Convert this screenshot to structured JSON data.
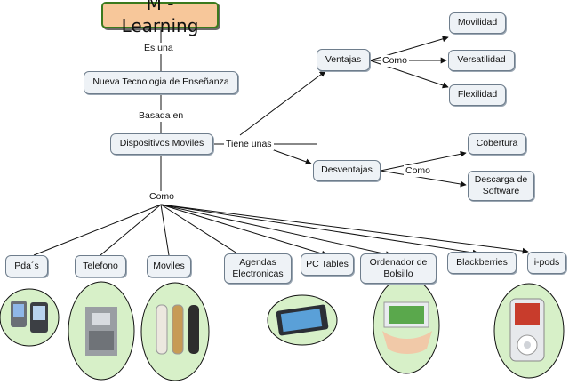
{
  "title": "M - Learning",
  "nodes": {
    "nueva": "Nueva Tecnologia de Enseñanza",
    "dispositivos": "Dispositivos Moviles",
    "ventajas": "Ventajas",
    "desventajas": "Desventajas",
    "movilidad": "Movilidad",
    "versatilidad": "Versatilidad",
    "flexilidad": "Flexilidad",
    "cobertura": "Cobertura",
    "descarga_1": "Descarga de",
    "descarga_2": "Software",
    "pdas": "Pda´s",
    "telefono": "Telefono",
    "moviles": "Moviles",
    "agendas_1": "Agendas",
    "agendas_2": "Electronicas",
    "pctables": "PC Tables",
    "ordenador_1": "Ordenador de",
    "ordenador_2": "Bolsillo",
    "blackberries": "Blackberries",
    "ipods": "i-pods"
  },
  "links": {
    "es_una": "Es  una",
    "basada_en": "Basada en",
    "tiene_unas": "Tiene unas",
    "como_ventajas": "Como",
    "como_desventajas": "Como",
    "como_dispositivos": "Como"
  },
  "colors": {
    "title_fill": "#f7c79a",
    "title_border": "#3b7a1e",
    "node_fill": "#eef2f6",
    "pic_fill": "#d7f0c8"
  },
  "pictures": [
    "pda-photo",
    "telefono-photo",
    "moviles-photo",
    "pc-tablet-photo",
    "ordenador-photo",
    "ipod-photo"
  ]
}
